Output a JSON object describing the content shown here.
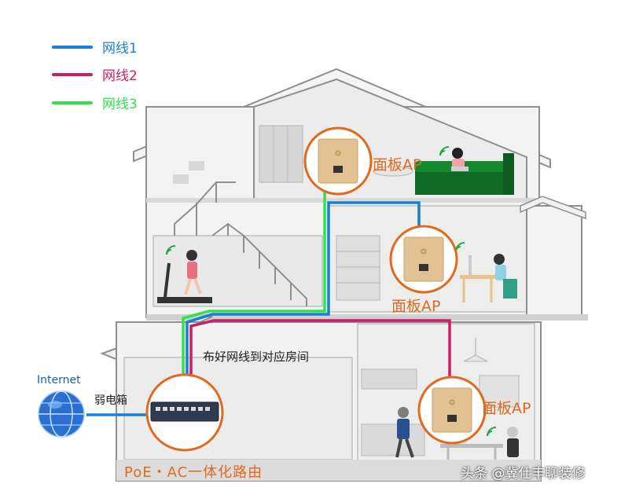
{
  "legend": [
    {
      "label": "网线1",
      "color": "#1a7fd1"
    },
    {
      "label": "网线2",
      "color": "#cc1f63"
    },
    {
      "label": "网线3",
      "color": "#33e14d"
    }
  ],
  "ap_label": "面板AP",
  "aps": [
    {
      "label": "面板AP"
    },
    {
      "label": "面板AP"
    },
    {
      "label": "面板AP"
    }
  ],
  "internet_label": "Internet",
  "box_label": "弱电箱",
  "wiring_note": "布好网线到对应房间",
  "router_label": "PoE・AC一体化路由",
  "watermark": "头条 @冀仕丰聊装修",
  "colors": {
    "accent_orange": "#e06a1e",
    "wall": "#f2f2f2",
    "outline": "#8f8f8f",
    "ap_panel": "#e2c193",
    "sofa": "#0f6b23"
  }
}
